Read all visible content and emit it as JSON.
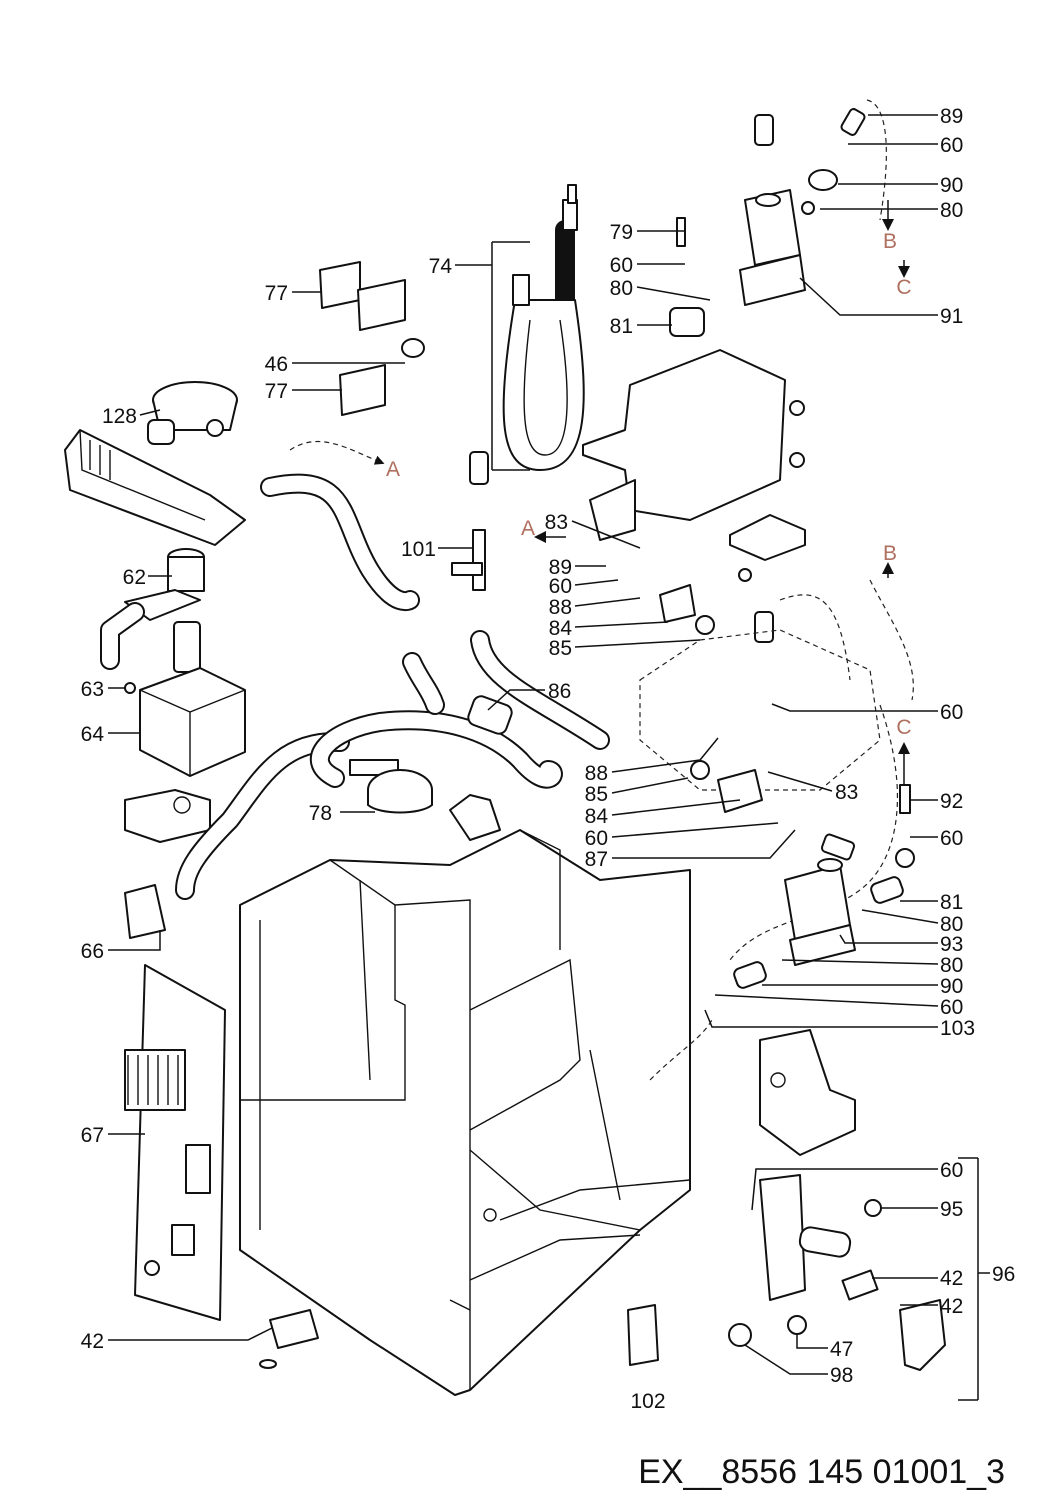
{
  "document_id": "EX__8556 145 01001_3",
  "parts": [
    {
      "id": "89a",
      "text": "89"
    },
    {
      "id": "60a",
      "text": "60"
    },
    {
      "id": "90a",
      "text": "90"
    },
    {
      "id": "80a",
      "text": "80"
    },
    {
      "id": "79",
      "text": "79"
    },
    {
      "id": "60b",
      "text": "60"
    },
    {
      "id": "80b",
      "text": "80"
    },
    {
      "id": "81a",
      "text": "81"
    },
    {
      "id": "91",
      "text": "91"
    },
    {
      "id": "74",
      "text": "74"
    },
    {
      "id": "77a",
      "text": "77"
    },
    {
      "id": "46",
      "text": "46"
    },
    {
      "id": "77b",
      "text": "77"
    },
    {
      "id": "128",
      "text": "128"
    },
    {
      "id": "83a",
      "text": "83"
    },
    {
      "id": "101",
      "text": "101"
    },
    {
      "id": "89b",
      "text": "89"
    },
    {
      "id": "60c",
      "text": "60"
    },
    {
      "id": "88a",
      "text": "88"
    },
    {
      "id": "84a",
      "text": "84"
    },
    {
      "id": "85a",
      "text": "85"
    },
    {
      "id": "62",
      "text": "62"
    },
    {
      "id": "63",
      "text": "63"
    },
    {
      "id": "86",
      "text": "86"
    },
    {
      "id": "60d",
      "text": "60"
    },
    {
      "id": "64",
      "text": "64"
    },
    {
      "id": "88b",
      "text": "88"
    },
    {
      "id": "85b",
      "text": "85"
    },
    {
      "id": "83b",
      "text": "83"
    },
    {
      "id": "84b",
      "text": "84"
    },
    {
      "id": "78",
      "text": "78"
    },
    {
      "id": "92",
      "text": "92"
    },
    {
      "id": "60e",
      "text": "60"
    },
    {
      "id": "60f",
      "text": "60"
    },
    {
      "id": "87",
      "text": "87"
    },
    {
      "id": "66",
      "text": "66"
    },
    {
      "id": "81b",
      "text": "81"
    },
    {
      "id": "80c",
      "text": "80"
    },
    {
      "id": "93",
      "text": "93"
    },
    {
      "id": "80d",
      "text": "80"
    },
    {
      "id": "90b",
      "text": "90"
    },
    {
      "id": "60g",
      "text": "60"
    },
    {
      "id": "103",
      "text": "103"
    },
    {
      "id": "67",
      "text": "67"
    },
    {
      "id": "60h",
      "text": "60"
    },
    {
      "id": "95",
      "text": "95"
    },
    {
      "id": "42a",
      "text": "42"
    },
    {
      "id": "96",
      "text": "96"
    },
    {
      "id": "42b",
      "text": "42"
    },
    {
      "id": "47",
      "text": "47"
    },
    {
      "id": "98",
      "text": "98"
    },
    {
      "id": "42c",
      "text": "42"
    },
    {
      "id": "102",
      "text": "102"
    }
  ],
  "references": [
    {
      "id": "B1",
      "text": "B"
    },
    {
      "id": "C1",
      "text": "C"
    },
    {
      "id": "A1",
      "text": "A"
    },
    {
      "id": "A2",
      "text": "A"
    },
    {
      "id": "B2",
      "text": "B"
    },
    {
      "id": "C2",
      "text": "C"
    }
  ]
}
